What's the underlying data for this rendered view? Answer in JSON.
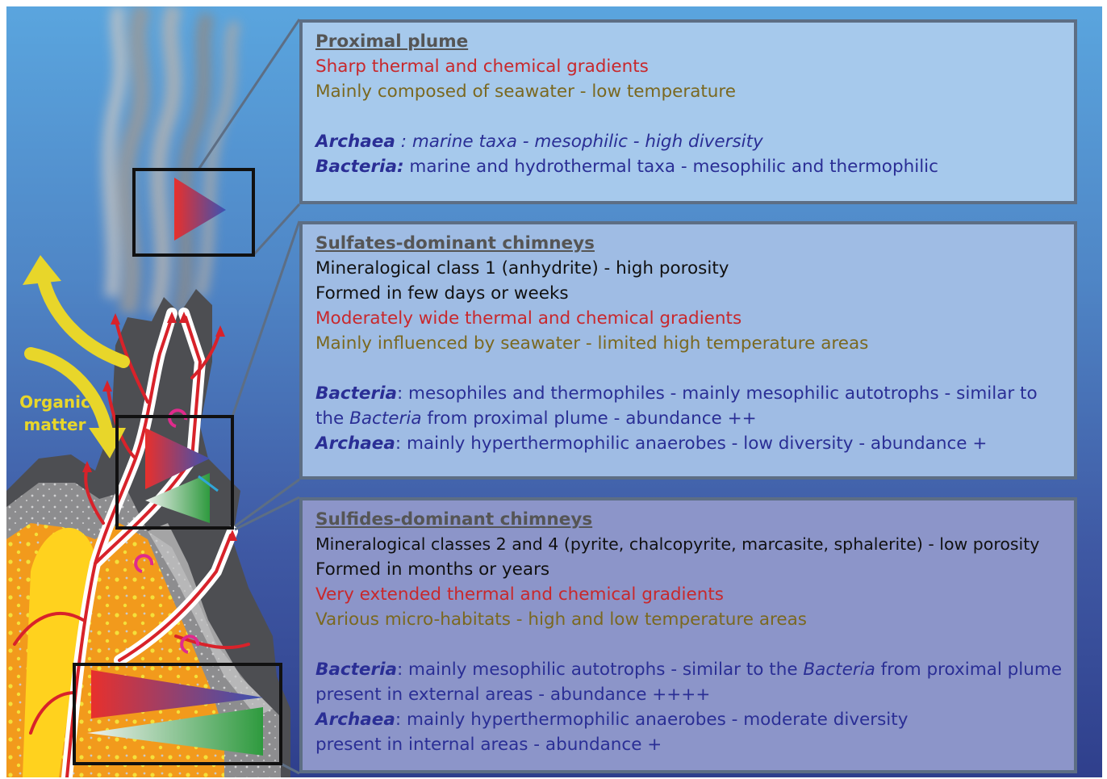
{
  "colors": {
    "red": "#c8282c",
    "olive": "#7a6820",
    "blue": "#2a2e95",
    "black": "#111111",
    "title": "#555555",
    "organic_matter_arrow": "#e8d62a",
    "heat_gradient": "#e03030",
    "archaea_gradient": "#2e9a3e"
  },
  "figure": {
    "organic_matter_line1": "Organic",
    "organic_matter_line2": "matter"
  },
  "panels": {
    "proximal_plume": {
      "title": "Proximal plume",
      "gradients": "Sharp thermal and chemical gradients",
      "composition": "Mainly composed of seawater - low temperature",
      "archaea_label": "Archaea",
      "archaea_text": " : marine taxa - mesophilic - high diversity",
      "bacteria_label": "Bacteria:",
      "bacteria_text": " marine and hydrothermal taxa - mesophilic and thermophilic"
    },
    "sulfates_chimneys": {
      "title": "Sulfates-dominant chimneys",
      "mineralogy": "Mineralogical class 1 (anhydrite) - high porosity",
      "formation": "Formed in few days or weeks",
      "gradients": "Moderately wide thermal and chemical gradients",
      "influence": "Mainly influenced by seawater - limited high temperature areas",
      "bacteria_label": "Bacteria",
      "bacteria_text": ": mesophiles and thermophiles - mainly mesophilic autotrophs - similar to",
      "bacteria_text2_pre": "the ",
      "bacteria_text2_italic": "Bacteria",
      "bacteria_text2_post": " from proximal plume - abundance ++",
      "archaea_label": "Archaea",
      "archaea_text": ": mainly hyperthermophilic anaerobes - low diversity - abundance +"
    },
    "sulfides_chimneys": {
      "title": "Sulfides-dominant chimneys",
      "mineralogy": "Mineralogical classes 2 and 4 (pyrite, chalcopyrite, marcasite, sphalerite) - low porosity",
      "formation": "Formed in months or years",
      "gradients": "Very extended thermal and chemical gradients",
      "habitats": "Various micro-habitats - high and low temperature areas",
      "bacteria_label": "Bacteria",
      "bacteria_text_pre": ": mainly mesophilic autotrophs - similar to the ",
      "bacteria_text_italic": "Bacteria",
      "bacteria_text_post": " from proximal plume",
      "bacteria_text2": "present in external areas - abundance ++++",
      "archaea_label": "Archaea",
      "archaea_text": ": mainly hyperthermophilic anaerobes - moderate diversity",
      "archaea_text2": "present in internal areas - abundance +"
    }
  }
}
